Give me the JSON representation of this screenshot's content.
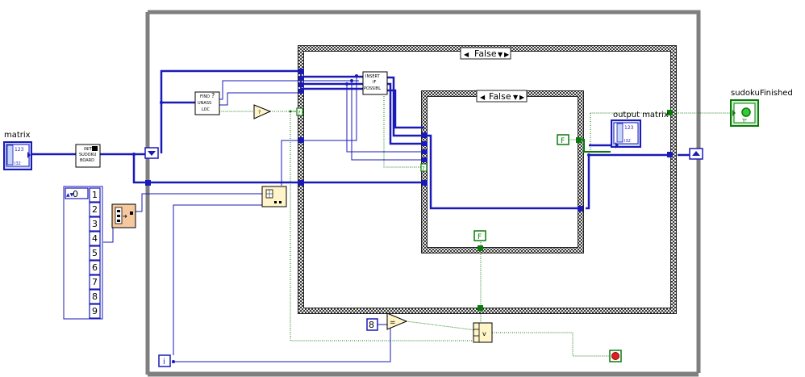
{
  "controls": {
    "matrix_label": "matrix",
    "matrix_terminal_text": "123",
    "matrix_terminal_sub": "I32",
    "sudoku_label": "sudokuFinished",
    "sudoku_terminal_text": "TF",
    "output_label": "output matrix",
    "output_terminal_text": "123",
    "output_terminal_sub": "I32"
  },
  "subvis": {
    "init": [
      "INIT",
      "SUDOKU",
      "BOARD"
    ],
    "find": [
      "FIND",
      "UNASS",
      "LOC"
    ],
    "insert": [
      "INSERT",
      "IF",
      "POSSIBL"
    ]
  },
  "case_outer": {
    "selector": "False"
  },
  "case_inner": {
    "selector": "False"
  },
  "constants": {
    "false_a": "F",
    "false_b": "F",
    "eight": "8",
    "array_index": "0",
    "array_values": [
      "1",
      "2",
      "3",
      "4",
      "5",
      "6",
      "7",
      "8",
      "9"
    ],
    "iteration": "i"
  },
  "colors": {
    "int_wire": "#1a1ab8",
    "bool_wire": "#0a7a0a",
    "loop_border": "#7f7f7f",
    "control_fill": "#c7d6f7",
    "stop_red": "#e02020"
  }
}
